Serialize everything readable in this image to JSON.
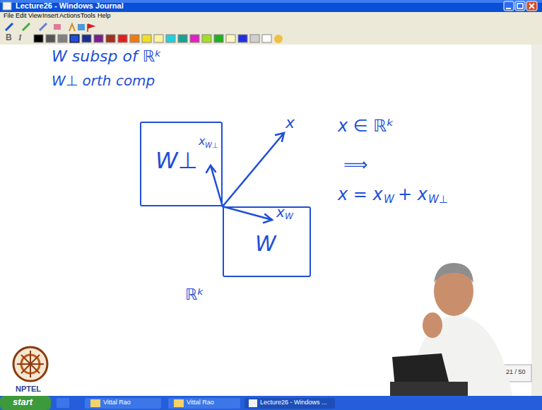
{
  "diagram": {
    "nodes": [
      {
        "text": [
          "W⊥"
        ]
      },
      {
        "text": [
          "W"
        ]
      }
    ],
    "labels": [
      "Lecture26 - Windows Journal",
      "File",
      "Edit",
      "View",
      "Insert",
      "Actions",
      "Tools",
      "Help",
      "W subsp of ℝᵏ",
      "B",
      "W⊥ orth comp",
      "x",
      "x",
      "W⊥",
      "x",
      "W",
      "ℝᵏ",
      "x ∈ ℝᵏ",
      "⟹",
      "x = x",
      "W",
      "+ x",
      "W⊥",
      "21 / 50",
      "start",
      "Vittal Rao",
      "Vittal Rao",
      "Lecture26 - Windows ...",
      "NPTEL",
      "I"
    ]
  }
}
